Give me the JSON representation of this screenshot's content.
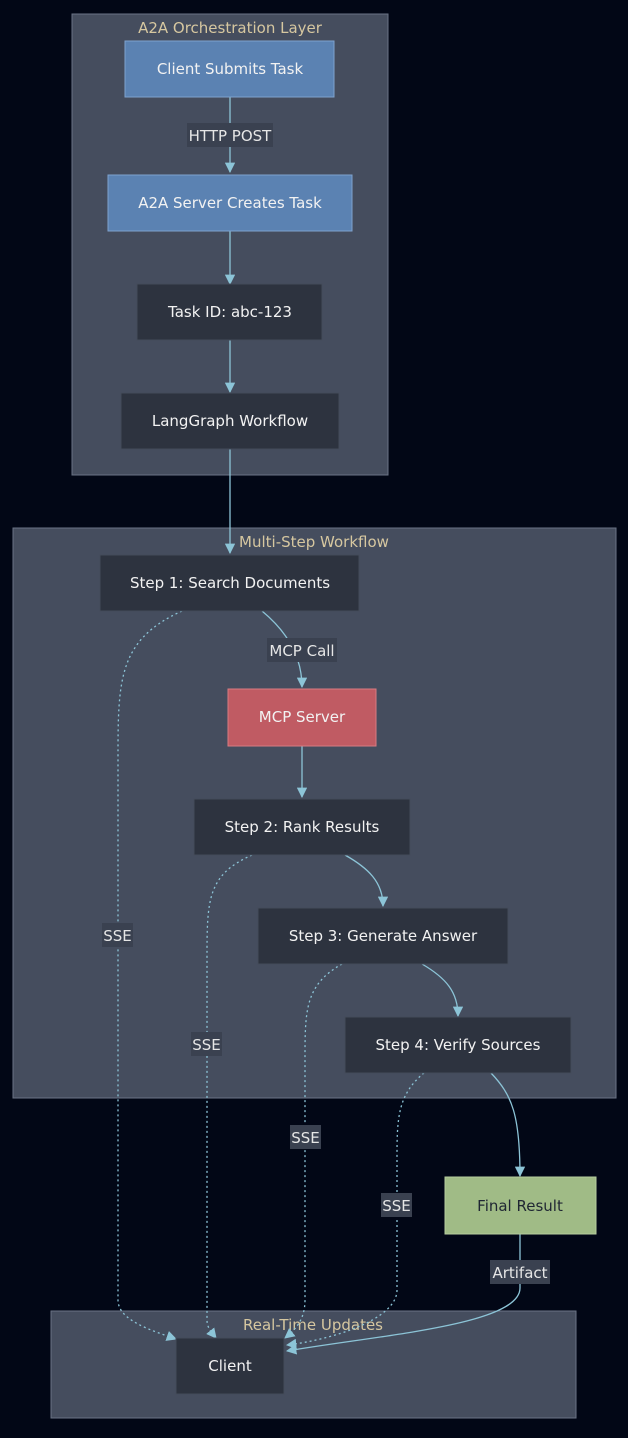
{
  "clusters": {
    "orchestration": "A2A Orchestration Layer",
    "workflow": "Multi-Step Workflow",
    "updates": "Real-Time Updates"
  },
  "nodes": {
    "client_submits": "Client Submits Task",
    "server_creates": "A2A Server Creates Task",
    "task_id": "Task ID: abc-123",
    "langgraph": "LangGraph Workflow",
    "step1": "Step 1: Search Documents",
    "mcp_server": "MCP Server",
    "step2": "Step 2: Rank Results",
    "step3": "Step 3: Generate Answer",
    "step4": "Step 4: Verify Sources",
    "final_result": "Final Result",
    "client": "Client"
  },
  "edge_labels": {
    "http_post": "HTTP POST",
    "mcp_call": "MCP Call",
    "sse_1": "SSE",
    "sse_2": "SSE",
    "sse_3": "SSE",
    "sse_4": "SSE",
    "artifact": "Artifact"
  },
  "colors": {
    "background": "#020716",
    "cluster": "#454d5e",
    "node_dark": "#2d333f",
    "node_blue": "#5b82b2",
    "node_red": "#c05b63",
    "node_green": "#a0bb86",
    "edge": "#8cc4d7",
    "cluster_title": "#d6c7a0"
  }
}
